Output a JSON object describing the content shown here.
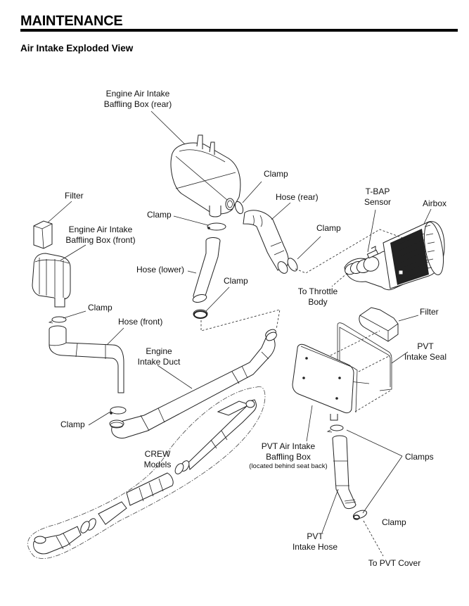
{
  "header": {
    "title": "MAINTENANCE",
    "section_title": "Air Intake Exploded View"
  },
  "diagram": {
    "labels": {
      "baffling_box_rear": [
        "Engine Air Intake",
        "Baffling Box (rear)"
      ],
      "clamp_rear_top": "Clamp",
      "hose_rear": "Hose (rear)",
      "tbap_sensor": [
        "T-BAP",
        "Sensor"
      ],
      "airbox": "Airbox",
      "filter_front": "Filter",
      "clamp_upper_left": "Clamp",
      "baffling_box_front": [
        "Engine Air Intake",
        "Baffling Box (front)"
      ],
      "clamp_rear_bottom": "Clamp",
      "hose_lower": "Hose (lower)",
      "clamp_hose_lower": "Clamp",
      "to_throttle_body": [
        "To Throttle",
        "Body"
      ],
      "clamp_front_box": "Clamp",
      "hose_front": "Hose (front)",
      "filter_pvt": "Filter",
      "pvt_intake_seal": [
        "PVT",
        "Intake Seal"
      ],
      "engine_intake_duct": [
        "Engine",
        "Intake Duct"
      ],
      "clamp_duct": "Clamp",
      "crew_models": [
        "CREW",
        "Models"
      ],
      "pvt_air_intake_baffling_box": [
        "PVT Air Intake",
        "Baffling Box"
      ],
      "pvt_box_note": "(located behind seat back)",
      "clamps_pvt": "Clamps",
      "clamp_pvt_bottom": "Clamp",
      "pvt_intake_hose": [
        "PVT",
        "Intake Hose"
      ],
      "to_pvt_cover": "To PVT Cover"
    }
  }
}
